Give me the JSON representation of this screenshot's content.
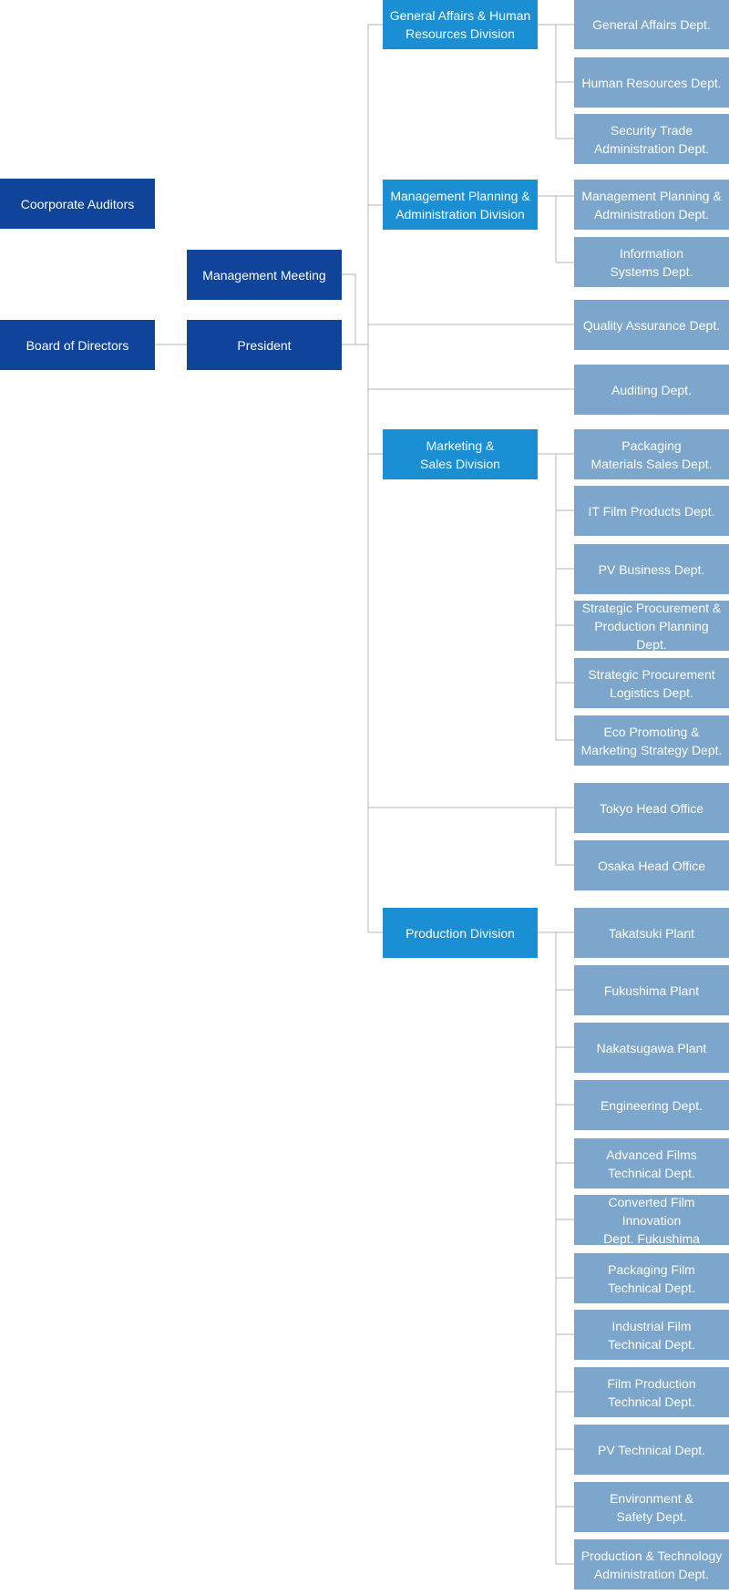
{
  "colors": {
    "top": "#10449a",
    "division": "#1a8fd4",
    "dept": "#7ca6cc",
    "line": "#b4b4b4"
  },
  "top": {
    "auditors": "Coorporate Auditors",
    "board": "Board of Directors",
    "meeting": "Management Meeting",
    "president": "President"
  },
  "divisions": {
    "general_affairs": "General Affairs & Human\nResources Division",
    "management_planning": "Management Planning &\nAdministration Division",
    "marketing": "Marketing &\nSales Division",
    "production": "Production Division"
  },
  "departments": {
    "general_affairs": "General Affairs Dept.",
    "human_resources": "Human Resources Dept.",
    "security_trade": "Security Trade\nAdministration Dept.",
    "mgmt_planning_admin": "Management Planning &\nAdministration Dept.",
    "information_systems": "Information\nSystems Dept.",
    "quality_assurance": "Quality Assurance Dept.",
    "auditing": "Auditing Dept.",
    "packaging_sales": "Packaging\nMaterials Sales Dept.",
    "it_film": "IT Film Products Dept.",
    "pv_business": "PV Business Dept.",
    "strategic_procurement_planning": "Strategic Procurement &\nProduction Planning Dept.",
    "strategic_procurement_logistics": "Strategic Procurement\nLogistics Dept.",
    "eco_promoting": "Eco Promoting &\nMarketing Strategy Dept.",
    "tokyo_office": "Tokyo Head Office",
    "osaka_office": "Osaka Head Office",
    "takatsuki": "Takatsuki Plant",
    "fukushima": "Fukushima Plant",
    "nakatsugawa": "Nakatsugawa Plant",
    "engineering": "Engineering Dept.",
    "advanced_films": "Advanced Films\nTechnical Dept.",
    "converted_film": "Converted Film Innovation\nDept. Fukushima",
    "packaging_film_tech": "Packaging Film\nTechnical Dept.",
    "industrial_film_tech": "Industrial Film\nTechnical Dept.",
    "film_production_tech": "Film Production\nTechnical Dept.",
    "pv_technical": "PV Technical Dept.",
    "environment_safety": "Environment &\nSafety Dept.",
    "production_tech_admin": "Production & Technology\nAdministration Dept."
  }
}
